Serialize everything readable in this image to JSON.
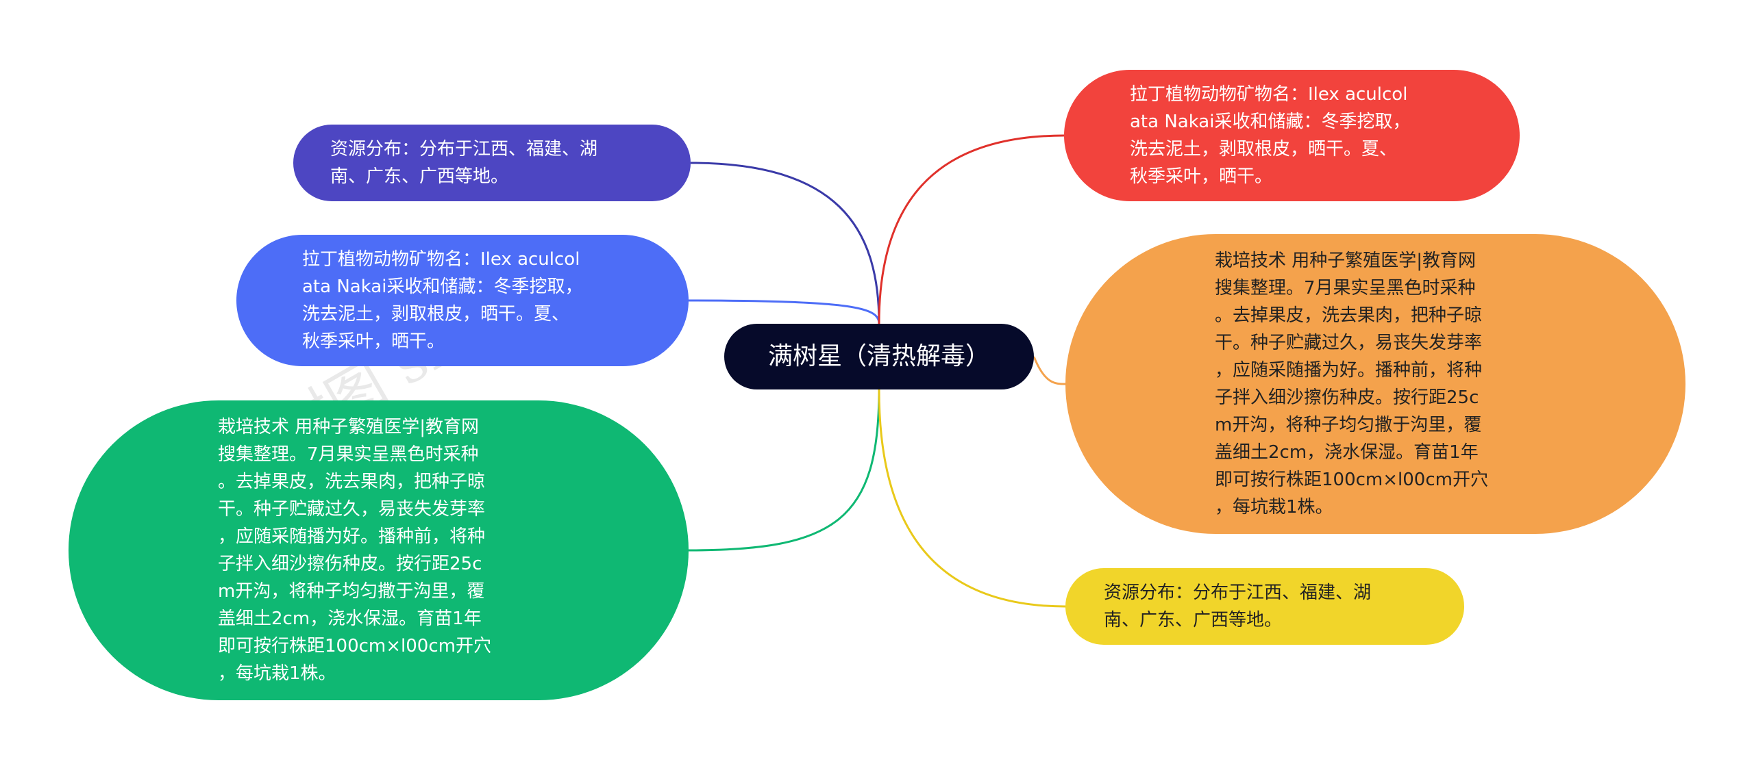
{
  "mindmap": {
    "root": {
      "label": "满树星（清热解毒）"
    },
    "left_branches": [
      {
        "text": "资源分布：分布于江西、福建、湖\n南、广东、广西等地。",
        "color": "#4d46c2"
      },
      {
        "text": "拉丁植物动物矿物名：Ilex aculcol\nata Nakai采收和储藏：冬季挖取，\n洗去泥土，剥取根皮，晒干。夏、\n秋季采叶，晒干。",
        "color": "#4d6df7"
      },
      {
        "text": "栽培技术 用种子繁殖医学|教育网\n搜集整理。7月果实呈黑色时采种\n。去掉果皮，洗去果肉，把种子晾\n干。种子贮藏过久，易丧失发芽率\n，应随采随播为好。播种前，将种\n子拌入细沙擦伤种皮。按行距25c\nm开沟，将种子均匀撒于沟里，覆\n盖细土2cm，浇水保湿。育苗1年\n即可按行株距100cm×l00cm开穴\n，每坑栽1株。",
        "color": "#0fb873"
      }
    ],
    "right_branches": [
      {
        "text": "拉丁植物动物矿物名：Ilex aculcol\nata Nakai采收和储藏：冬季挖取，\n洗去泥土，剥取根皮，晒干。夏、\n秋季采叶，晒干。",
        "color": "#f2433d"
      },
      {
        "text": "栽培技术 用种子繁殖医学|教育网\n搜集整理。7月果实呈黑色时采种\n。去掉果皮，洗去果肉，把种子晾\n干。种子贮藏过久，易丧失发芽率\n，应随采随播为好。播种前，将种\n子拌入细沙擦伤种皮。按行距25c\nm开沟，将种子均匀撒于沟里，覆\n盖细土2cm，浇水保湿。育苗1年\n即可按行株距100cm×l00cm开穴\n，每坑栽1株。",
        "color": "#f4a24c"
      },
      {
        "text": "资源分布：分布于江西、福建、湖\n南、广东、广西等地。",
        "color": "#f1d52a"
      }
    ]
  }
}
